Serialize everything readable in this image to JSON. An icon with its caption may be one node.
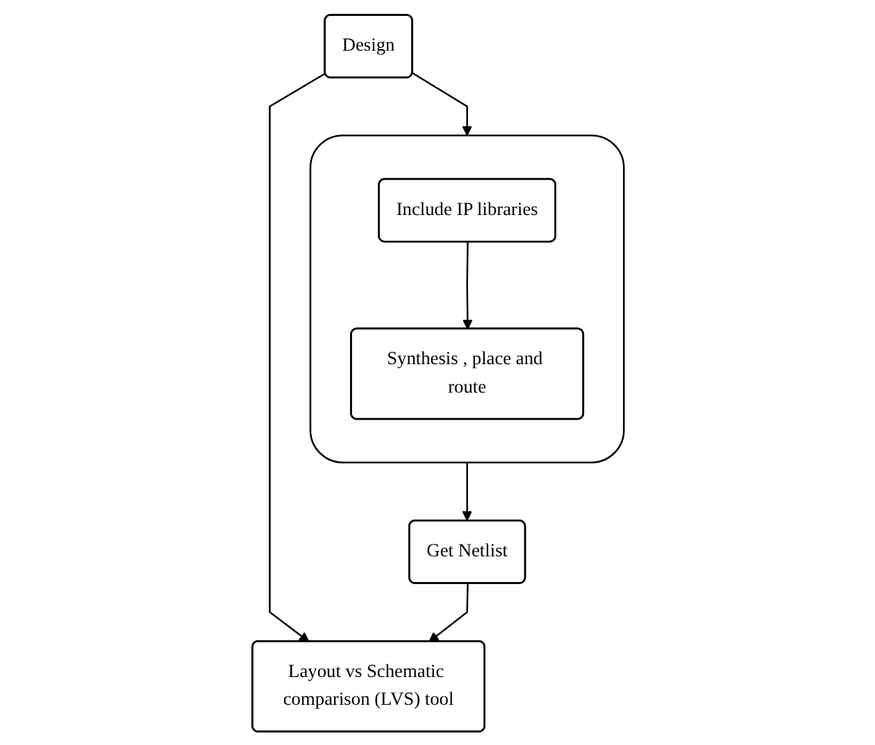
{
  "diagram": {
    "nodes": [
      {
        "text": [
          "Design"
        ]
      },
      {
        "text": [],
        "shape": "box"
      },
      {
        "text": [
          "Include IP libraries"
        ],
        "in": 1
      },
      {
        "text": [
          "Synthesis , place and route"
        ],
        "in": 1
      },
      {
        "text": [
          "Get Netlist"
        ]
      },
      {
        "text": [
          "Layout vs Schematic comparison (LVS) tool"
        ]
      }
    ],
    "edges": [
      {
        "from": 0,
        "to": 1,
        "arrow": "to"
      },
      {
        "from": 0,
        "to": 5,
        "arrow": "to"
      },
      {
        "from": 2,
        "to": 3,
        "arrow": "to"
      },
      {
        "from": 1,
        "to": 4,
        "arrow": "to"
      },
      {
        "from": 4,
        "to": 5,
        "arrow": "to"
      }
    ]
  }
}
